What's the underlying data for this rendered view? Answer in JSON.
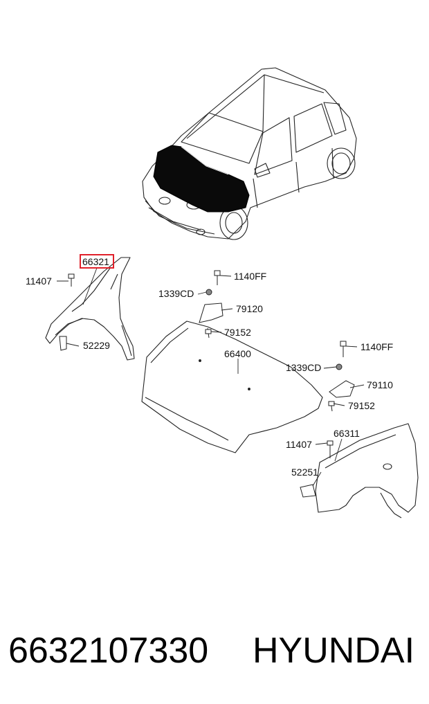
{
  "diagram": {
    "labels": {
      "fender_left": "66321",
      "bolt_left": "11407",
      "bracket_left": "52229",
      "hood": "66400",
      "bolt_hinge_1": "1140FF",
      "nut_hinge_1": "1339CD",
      "hinge_left": "79120",
      "bolt_hinge_left": "79152",
      "bolt_hinge_2": "1140FF",
      "nut_hinge_2": "1339CD",
      "hinge_right": "79110",
      "bolt_hinge_right": "79152",
      "bolt_right": "11407",
      "fender_right": "66311",
      "bracket_right": "52251"
    },
    "highlight_color": "#e0202a"
  },
  "footer": {
    "part_number": "6632107330",
    "brand": "HYUNDAI"
  }
}
